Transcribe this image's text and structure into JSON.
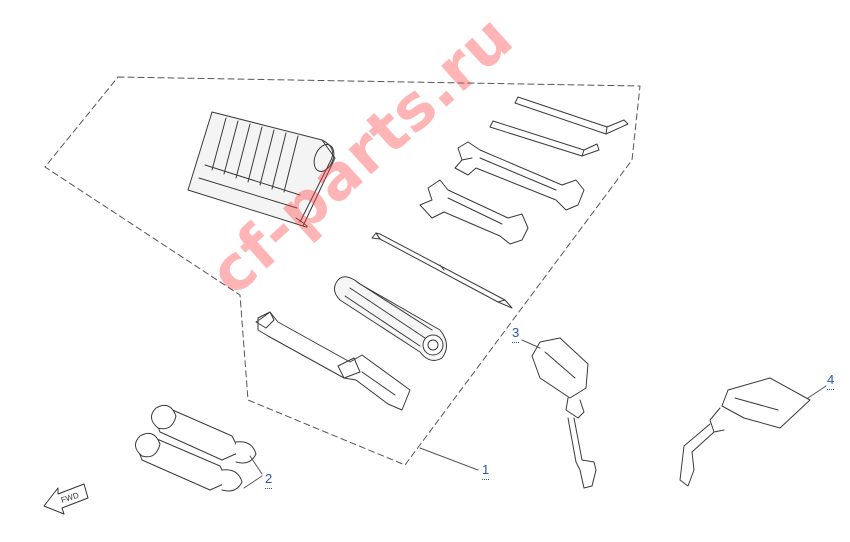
{
  "diagram": {
    "callouts": [
      {
        "id": "1",
        "label": "1",
        "part": "tool-kit"
      },
      {
        "id": "2",
        "label": "2",
        "part": "hand-grips"
      },
      {
        "id": "3",
        "label": "3",
        "part": "rear-view-mirror-left"
      },
      {
        "id": "4",
        "label": "4",
        "part": "rear-view-mirror-right"
      }
    ],
    "fwd_label": "FWD",
    "watermark": "cf-parts.ru",
    "colors": {
      "line": "#3a3a3a",
      "callout": "#1f5aa6",
      "watermark": "#ff3c3c"
    }
  }
}
